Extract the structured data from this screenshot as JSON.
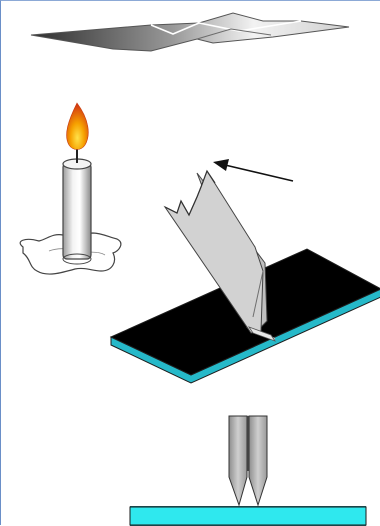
{
  "figure": {
    "panels": [
      "top-sheet",
      "candle",
      "folded-sheet-on-base",
      "twin-probes-on-plate"
    ],
    "icons": {
      "candle": "candle-icon",
      "arrow": "arrow-icon"
    },
    "colors": {
      "frame_border": "#6a8fc8",
      "sheet_gray_dark": "#3c3c3c",
      "sheet_gray_light": "#e8e8e8",
      "panel_gray": "#cfcfcf",
      "base_black": "#000000",
      "base_edge_cyan": "#26b9c9",
      "plate_cyan": "#2fe8ee",
      "flame_orange": "#f08a00",
      "flame_yellow": "#ffd400",
      "flame_red": "#d83a1a"
    }
  }
}
